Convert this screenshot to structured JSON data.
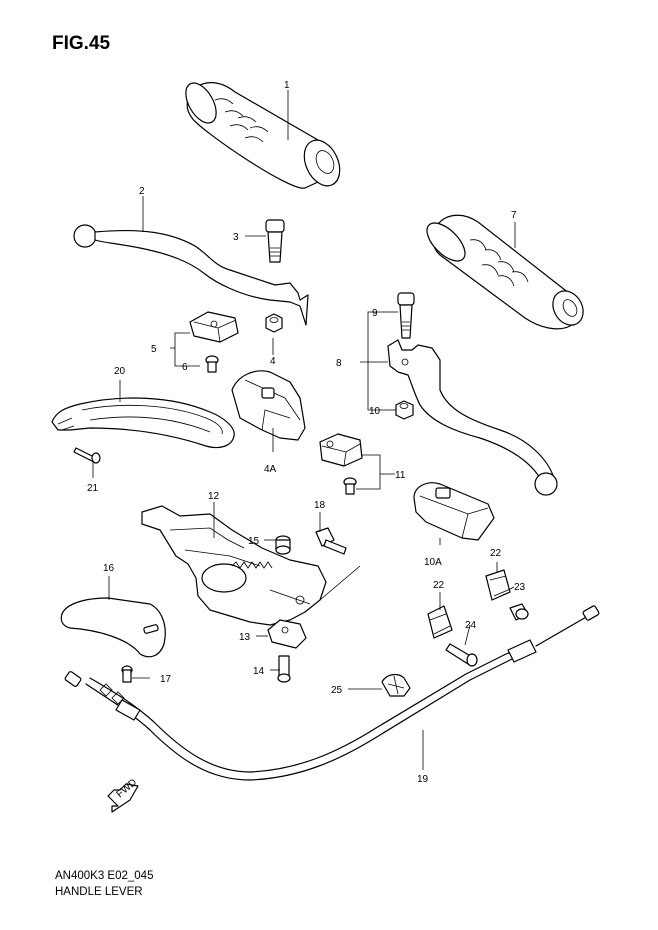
{
  "figure": {
    "title": "FIG.45",
    "code": "AN400K3 E02_045",
    "name": "HANDLE LEVER"
  },
  "callouts": {
    "c1": "1",
    "c2": "2",
    "c3": "3",
    "c4": "4",
    "c4a": "4A",
    "c5": "5",
    "c6": "6",
    "c7": "7",
    "c8": "8",
    "c9": "9",
    "c10": "10",
    "c10a": "10A",
    "c11": "11",
    "c12": "12",
    "c13": "13",
    "c14": "14",
    "c15": "15",
    "c16": "16",
    "c17": "17",
    "c18": "18",
    "c19": "19",
    "c20": "20",
    "c21": "21",
    "c22a": "22",
    "c22b": "22",
    "c23": "23",
    "c24": "24",
    "c25": "25"
  },
  "direction_label": "FWD"
}
